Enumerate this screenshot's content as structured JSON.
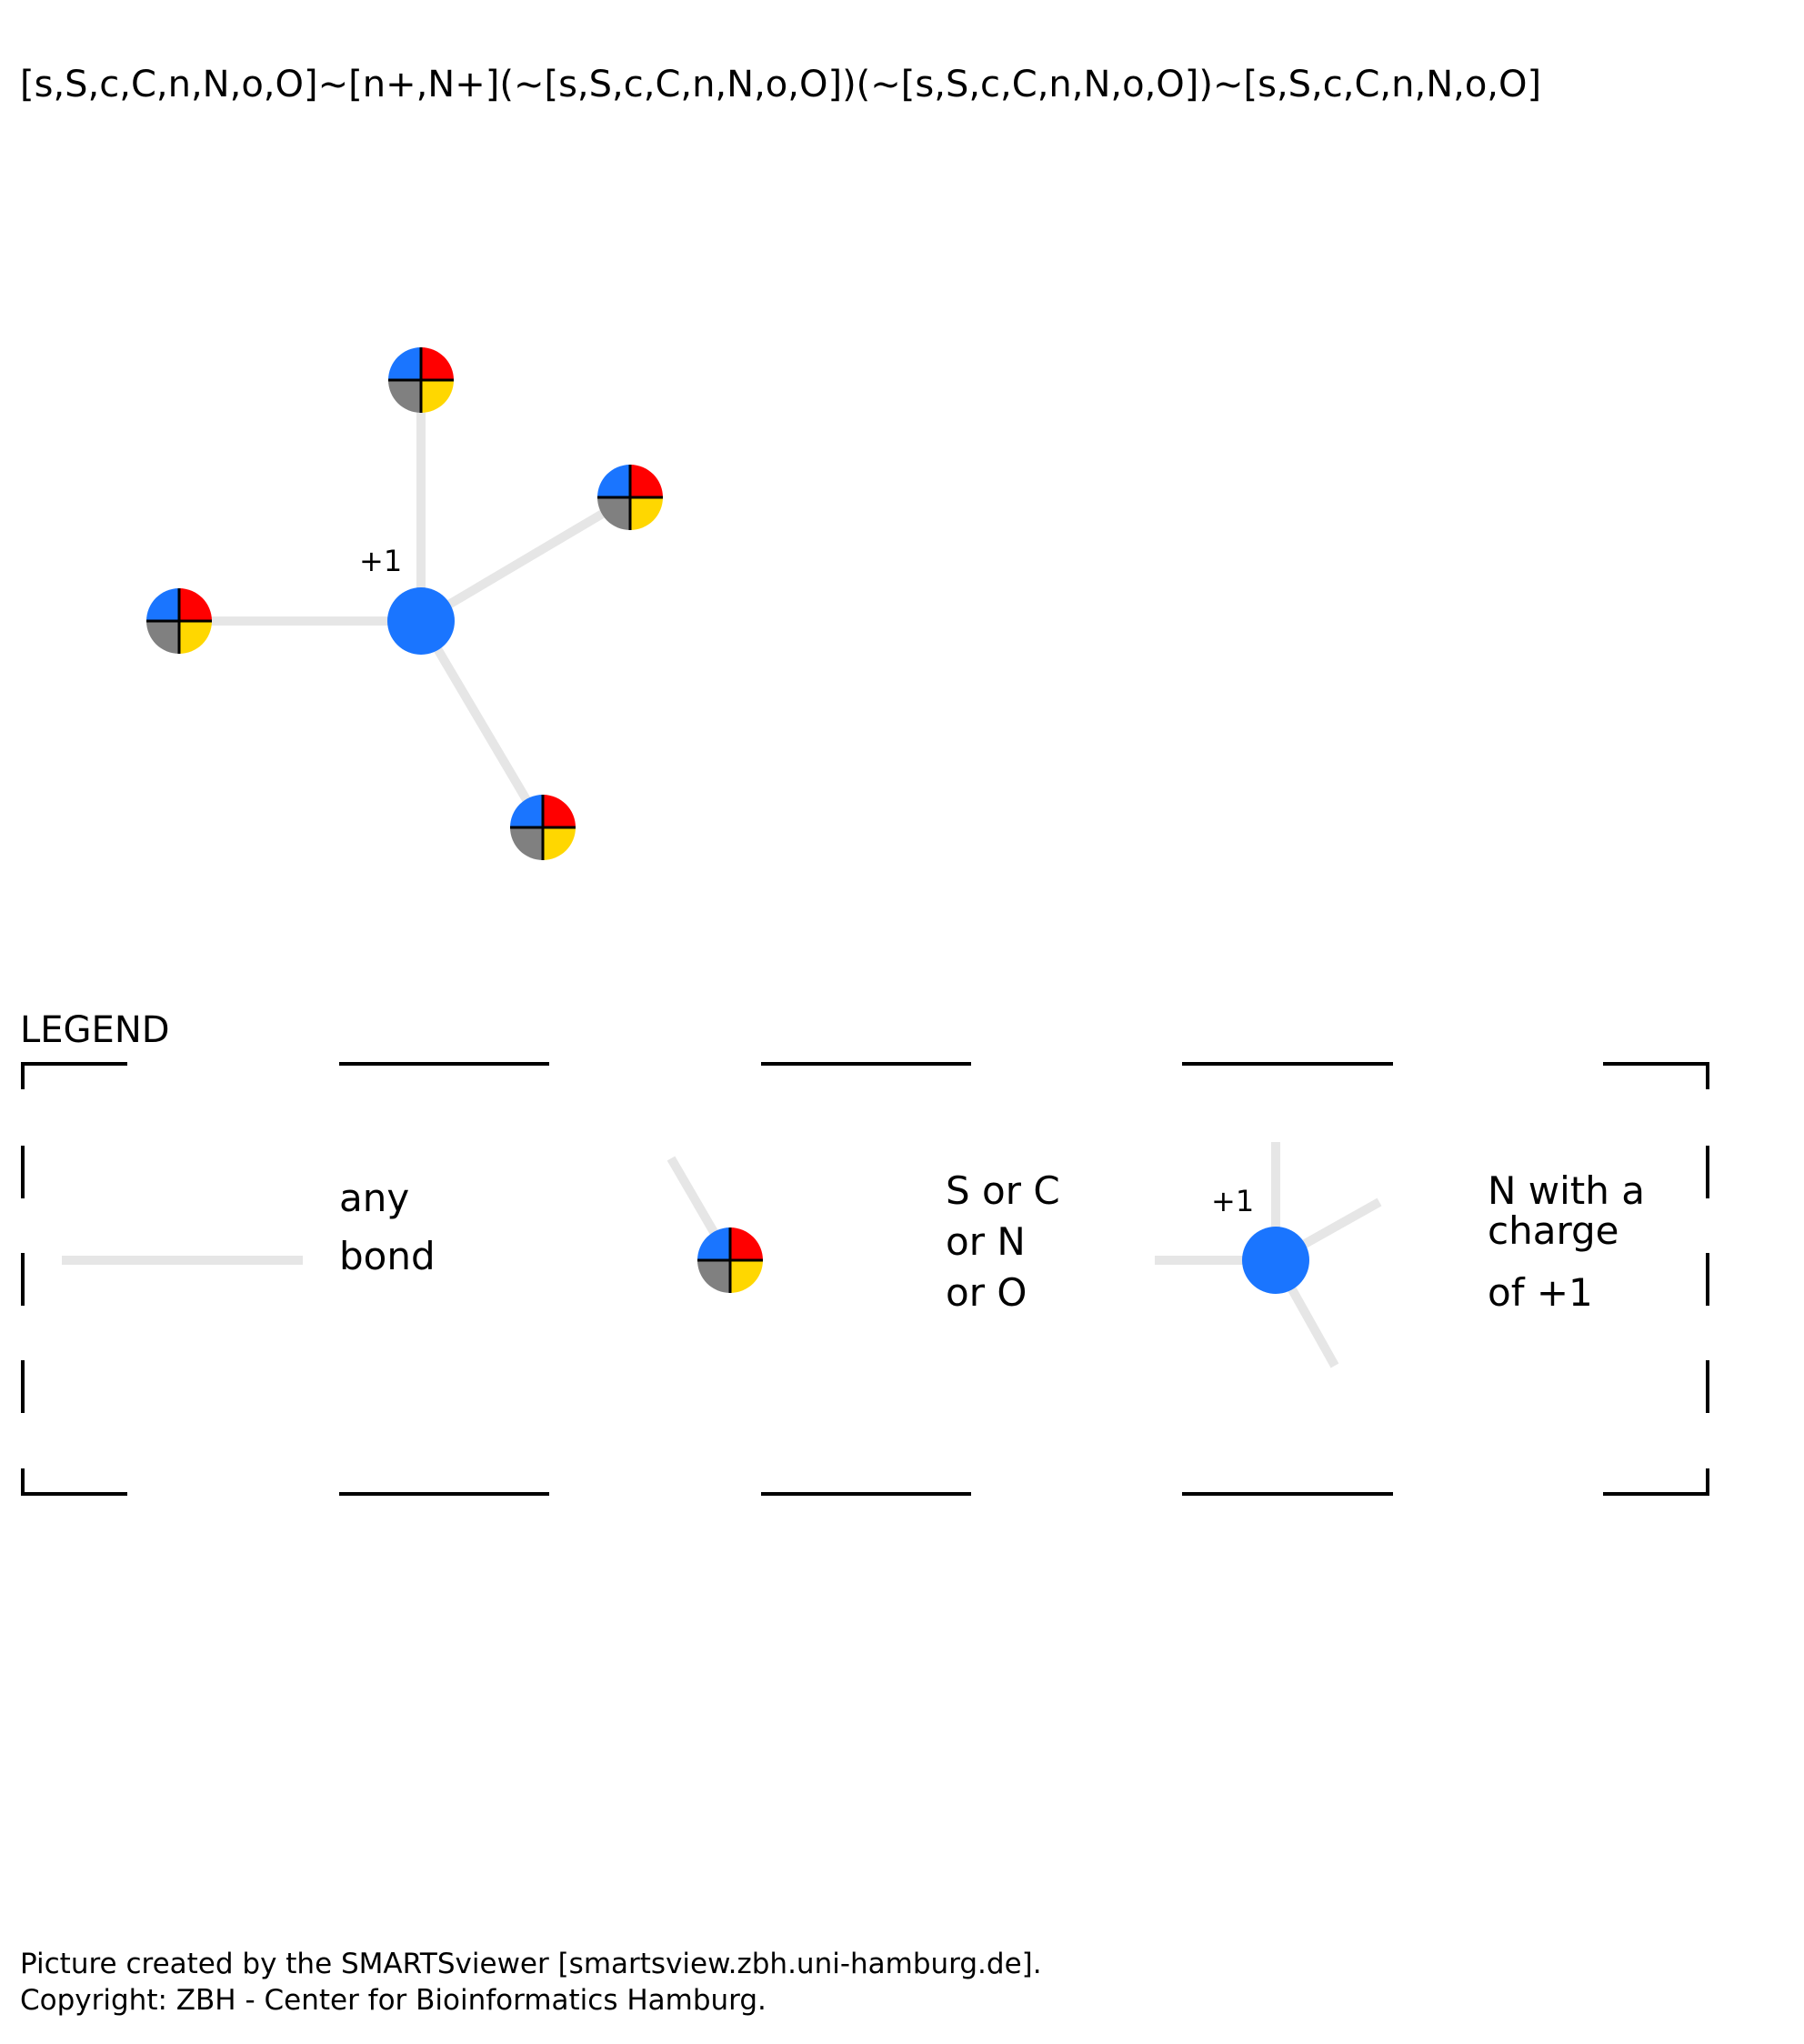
{
  "smarts": "[s,S,c,C,n,N,o,O]~[n+,N+](~[s,S,c,C,n,N,o,O])(~[s,S,c,C,n,N,o,O])~[s,S,c,C,n,N,o,O]",
  "molecule": {
    "central_atom": {
      "charge_label": "+1",
      "color": "#1a75ff"
    },
    "neighbor_count": 4
  },
  "multi_atom_colors": [
    "#1a75ff",
    "#ff0000",
    "#ffd700",
    "#808080"
  ],
  "bond_color": "#e6e6e6",
  "legend": {
    "title": "LEGEND",
    "items": [
      {
        "label_lines": [
          "any",
          "bond"
        ]
      },
      {
        "label_lines": [
          "S or C",
          "or N",
          "or O"
        ]
      },
      {
        "charge_label": "+1",
        "label_lines": [
          "N with a",
          "charge",
          "of +1"
        ]
      }
    ]
  },
  "footer": {
    "line1": "Picture created by the SMARTSviewer [smartsview.zbh.uni-hamburg.de].",
    "line2": "Copyright: ZBH - Center for Bioinformatics Hamburg."
  }
}
